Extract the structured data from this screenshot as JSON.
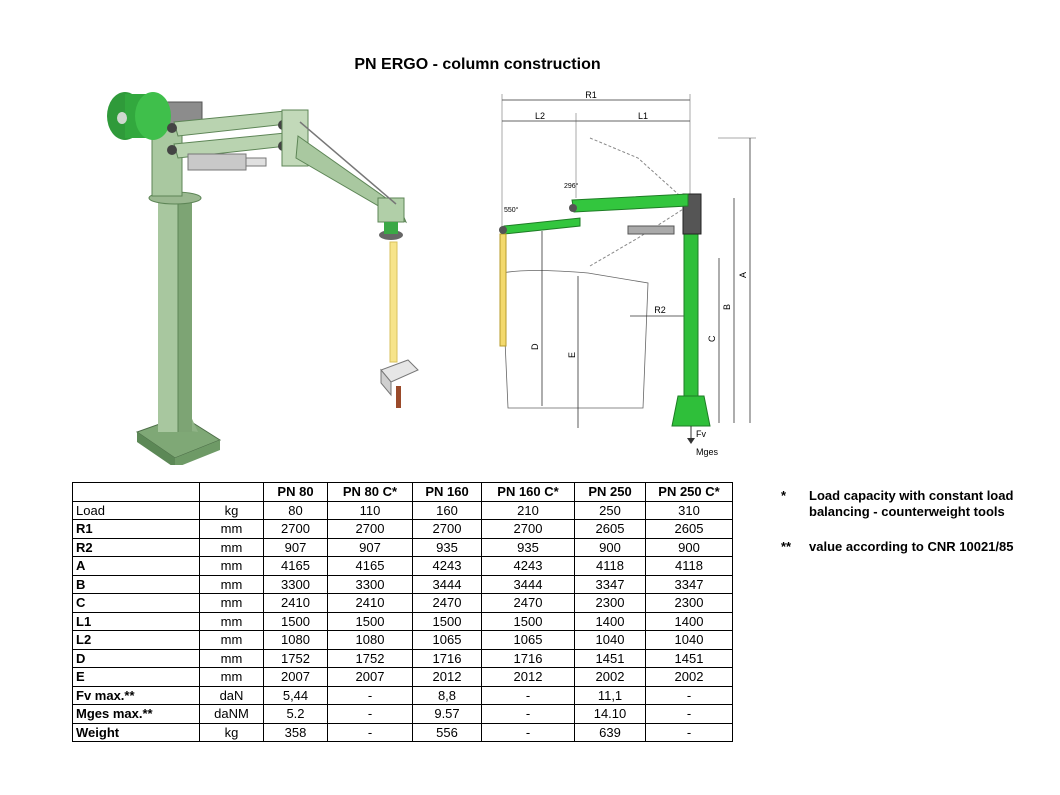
{
  "title": "PN ERGO - column construction",
  "drawing": {
    "labels": {
      "r1": "R1",
      "l2": "L2",
      "l1": "L1",
      "r2": "R2",
      "a": "A",
      "b": "B",
      "c": "C",
      "d": "D",
      "e": "E",
      "fv": "Fv",
      "mges": "Mges",
      "ang1": "550°",
      "ang2": "296°"
    }
  },
  "table": {
    "headers": [
      "",
      "",
      "PN 80",
      "PN 80 C*",
      "PN 160",
      "PN 160 C*",
      "PN 250",
      "PN 250 C*"
    ],
    "rows": [
      {
        "name": "Load",
        "unit": "kg",
        "values": [
          "80",
          "110",
          "160",
          "210",
          "250",
          "310"
        ]
      },
      {
        "name": "R1",
        "unit": "mm",
        "values": [
          "2700",
          "2700",
          "2700",
          "2700",
          "2605",
          "2605"
        ]
      },
      {
        "name": "R2",
        "unit": "mm",
        "values": [
          "907",
          "907",
          "935",
          "935",
          "900",
          "900"
        ]
      },
      {
        "name": "A",
        "unit": "mm",
        "values": [
          "4165",
          "4165",
          "4243",
          "4243",
          "4118",
          "4118"
        ]
      },
      {
        "name": "B",
        "unit": "mm",
        "values": [
          "3300",
          "3300",
          "3444",
          "3444",
          "3347",
          "3347"
        ]
      },
      {
        "name": "C",
        "unit": "mm",
        "values": [
          "2410",
          "2410",
          "2470",
          "2470",
          "2300",
          "2300"
        ]
      },
      {
        "name": "L1",
        "unit": "mm",
        "values": [
          "1500",
          "1500",
          "1500",
          "1500",
          "1400",
          "1400"
        ]
      },
      {
        "name": "L2",
        "unit": "mm",
        "values": [
          "1080",
          "1080",
          "1065",
          "1065",
          "1040",
          "1040"
        ]
      },
      {
        "name": "D",
        "unit": "mm",
        "values": [
          "1752",
          "1752",
          "1716",
          "1716",
          "1451",
          "1451"
        ]
      },
      {
        "name": "E",
        "unit": "mm",
        "values": [
          "2007",
          "2007",
          "2012",
          "2012",
          "2002",
          "2002"
        ]
      },
      {
        "name": "Fv max.**",
        "unit": "daN",
        "values": [
          "5,44",
          "-",
          "8,8",
          "-",
          "11,1",
          "-"
        ]
      },
      {
        "name": "Mges max.**",
        "unit": "daNM",
        "values": [
          "5.2",
          "-",
          "9.57",
          "-",
          "14.10",
          "-"
        ]
      },
      {
        "name": "Weight",
        "unit": "kg",
        "values": [
          "358",
          "-",
          "556",
          "-",
          "639",
          "-"
        ]
      }
    ]
  },
  "notes": [
    {
      "mark": "*",
      "text1": "Load capacity with constant load",
      "text2": "balancing - counterweight tools"
    },
    {
      "mark": "**",
      "text1": "value according to CNR 10021/85",
      "text2": ""
    }
  ]
}
